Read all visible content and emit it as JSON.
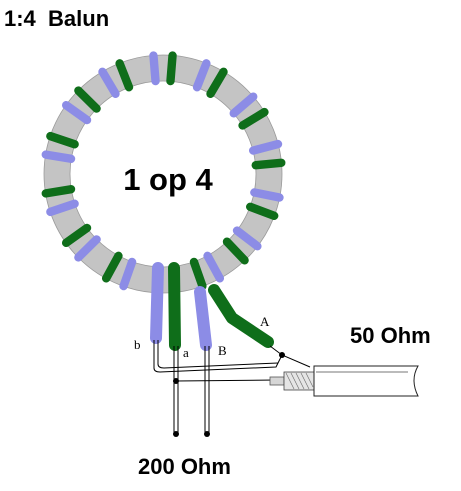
{
  "title": "1:4  Balun",
  "core_label": "1 op 4",
  "impedance_in": "50 Ohm",
  "impedance_out": "200 Ohm",
  "terminals": {
    "b": "b",
    "a": "a",
    "B": "B",
    "A": "A"
  },
  "colors": {
    "core": "#c4c4c4",
    "winding_blue": "#8c8ce6",
    "winding_green": "#0f6e1a",
    "wire": "#000000"
  }
}
